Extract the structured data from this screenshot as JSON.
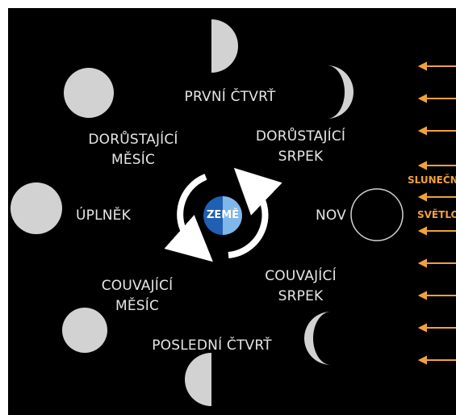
{
  "phases": {
    "first_quarter": "PRVNÍ ČTVRŤ",
    "waxing_crescent": [
      "DORŮSTAJÍCÍ",
      "SRPEK"
    ],
    "waxing_gibbous": [
      "DORŮSTAJÍCÍ",
      "MĚSÍC"
    ],
    "full": "ÚPLNĚK",
    "new": "NOV",
    "waning_gibbous": [
      "COUVAJÍCÍ",
      "MĚSÍC"
    ],
    "waning_crescent": [
      "COUVAJÍCÍ",
      "SRPEK"
    ],
    "last_quarter": "POSLEDNÍ ČTVRŤ"
  },
  "earth": {
    "label": "ZEMĚ"
  },
  "sunlight": {
    "line1": "SLUNEČN",
    "line2": "SVĚTLO"
  },
  "colors": {
    "background": "#000000",
    "moon": "#d2d2d2",
    "label": "#e6e6e6",
    "sunlight": "#f0a23a",
    "earth_left": "#1f5fb4",
    "earth_right": "#7fb7ea"
  }
}
